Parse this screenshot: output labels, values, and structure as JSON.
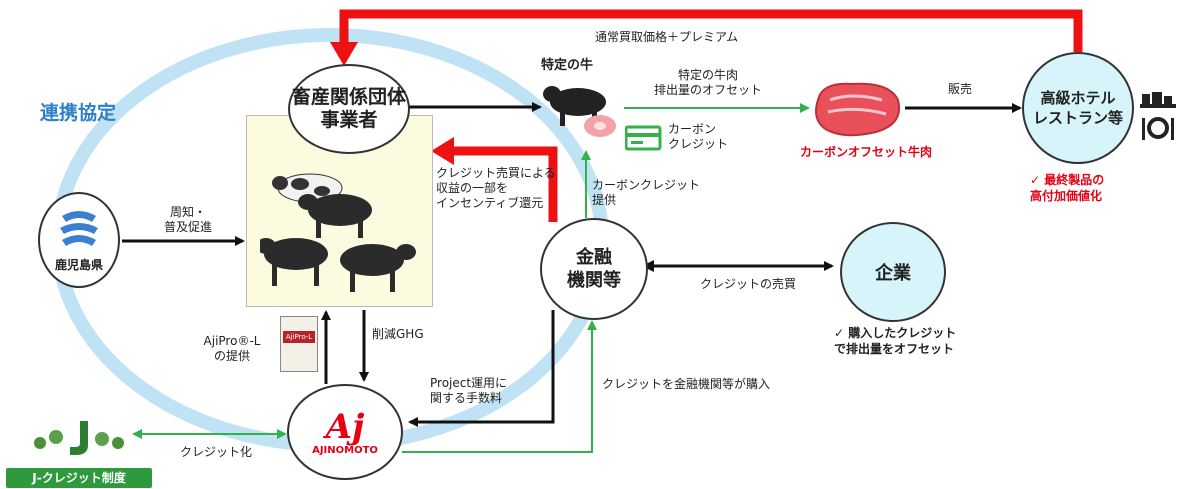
{
  "agreement_label": "連携協定",
  "nodes": {
    "prefecture": "鹿児島県",
    "livestock": "畜産関係団体\n事業者",
    "beef": "特定の牛",
    "hotel": "高級ホテル\nレストラン等",
    "finance": "金融\n機関等",
    "company": "企業",
    "ajinomoto": "AJINOMOTO",
    "ajinomoto_mark": "Aj",
    "jcredit": "J-クレジット制度"
  },
  "labels": {
    "premium": "通常買取価格＋プレミアム",
    "beef_offset": "特定の牛肉\n排出量のオフセット",
    "sales": "販売",
    "credit_icon": "カーボン\nクレジット",
    "offset_beef": "カーボンオフセット牛肉",
    "value_add": "✓ 最終製品の\n高付加価値化",
    "awareness": "周知・\n普及促進",
    "incentive": "クレジット売買による\n収益の一部を\nインセンティブ還元",
    "carbon_credit_provide": "カーボンクレジット\n提供",
    "credit_trade": "クレジットの売買",
    "company_offset": "✓ 購入したクレジット\nで排出量をオフセット",
    "ajipro": "AjiPro®-L\nの提供",
    "ghg": "削減GHG",
    "project_fee": "Project運用に\n関する手数料",
    "purchase": "クレジットを金融機関等が購入",
    "credit_create": "クレジット化",
    "ajipro_pack": "AjiPro-L"
  },
  "colors": {
    "red": "#ee1111",
    "green": "#33b24a",
    "ellipse": "#bfe3f5",
    "circle_blue": "#d6f4fa",
    "title_blue": "#2f80c8",
    "offset_red": "#e60012"
  }
}
